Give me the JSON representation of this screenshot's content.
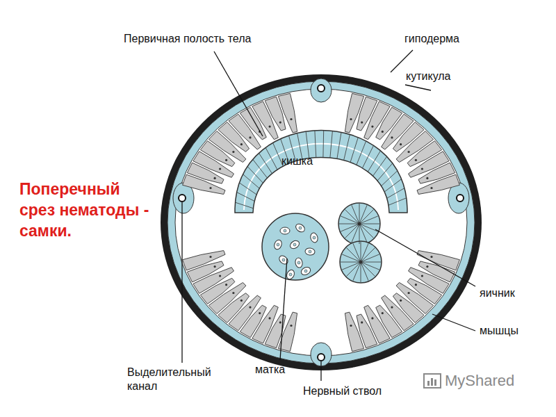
{
  "diagram": {
    "title": "Поперечный срез нематоды - самки.",
    "labels": [
      "Первичная полость тела",
      "гиподерма",
      "кутикула",
      "кишка",
      "яичник",
      "мышцы",
      "Выделительный канал",
      "матка",
      "Нервный ствол",
      "MyShared"
    ]
  }
}
